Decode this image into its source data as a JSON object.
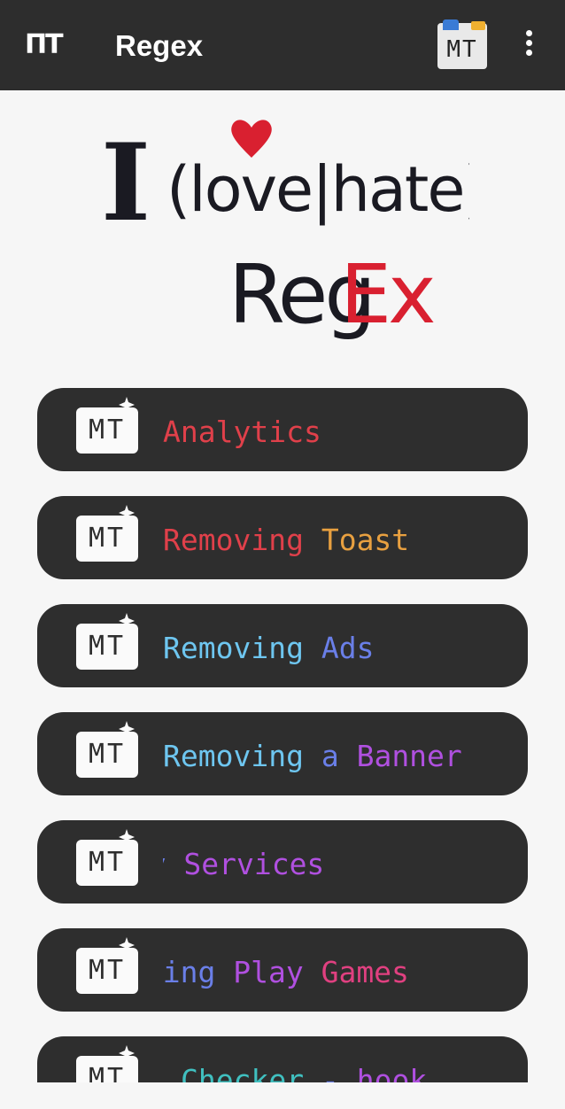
{
  "appbar": {
    "logo_text": "ΠT",
    "title": "Regex",
    "icon_text": "MT"
  },
  "banner": {
    "line1_a": "I",
    "line1_b": "(love|hate)",
    "line2_a": "Reg",
    "line2_b": "Ex"
  },
  "badge_text": "MT",
  "items": [
    {
      "words": [
        {
          "text": "Analytics",
          "color": "#e0404a"
        }
      ]
    },
    {
      "words": [
        {
          "text": "Removing",
          "color": "#e0404a"
        },
        {
          "text": " ",
          "color": "#ffffff"
        },
        {
          "text": "Toast",
          "color": "#e8a040"
        }
      ]
    },
    {
      "words": [
        {
          "text": "Removing",
          "color": "#6ec6f0"
        },
        {
          "text": " ",
          "color": "#ffffff"
        },
        {
          "text": "Ads",
          "color": "#6a7fe8"
        }
      ]
    },
    {
      "words": [
        {
          "text": "Removing",
          "color": "#6ec6f0"
        },
        {
          "text": " ",
          "color": "#ffffff"
        },
        {
          "text": "a",
          "color": "#6a7fe8"
        },
        {
          "text": " ",
          "color": "#ffffff"
        },
        {
          "text": "Banner",
          "color": "#b050e0"
        }
      ]
    },
    {
      "words": [
        {
          "text": "Play",
          "color": "#6a7fe8"
        },
        {
          "text": " ",
          "color": "#ffffff"
        },
        {
          "text": "Services",
          "color": "#b050e0"
        }
      ]
    },
    {
      "words": [
        {
          "text": "lling",
          "color": "#6a7fe8"
        },
        {
          "text": " ",
          "color": "#ffffff"
        },
        {
          "text": "Play",
          "color": "#b050e0"
        },
        {
          "text": " ",
          "color": "#ffffff"
        },
        {
          "text": "Games",
          "color": "#e04080"
        }
      ]
    },
    {
      "words": [
        {
          "text": "Checker",
          "color": "#40c0c0"
        },
        {
          "text": " ",
          "color": "#ffffff"
        },
        {
          "text": "-",
          "color": "#6a7fe8"
        },
        {
          "text": " ",
          "color": "#ffffff"
        },
        {
          "text": "hook",
          "color": "#b050e0"
        }
      ]
    }
  ],
  "colors": {
    "appbar": "#2d2d2d",
    "background": "#f6f6f6",
    "button": "#2e2e2e",
    "heart": "#d92030",
    "ink": "#1a1a22"
  }
}
